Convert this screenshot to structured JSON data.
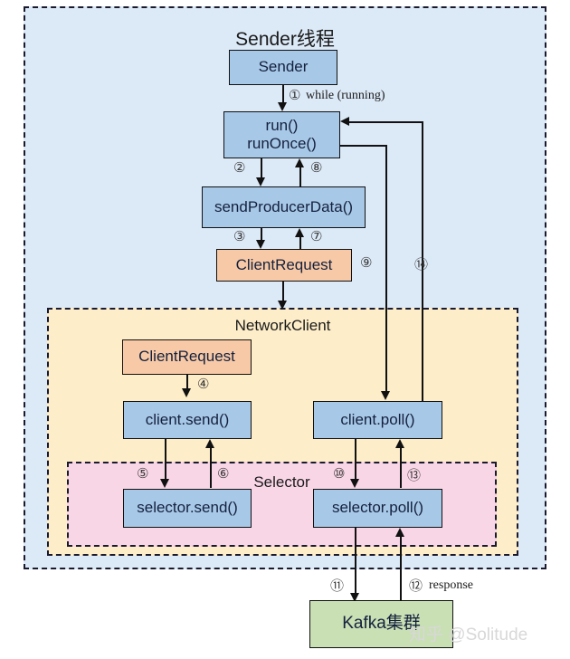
{
  "diagram": {
    "regions": {
      "sender_thread": "Sender线程",
      "network_client": "NetworkClient",
      "selector": "Selector"
    },
    "nodes": {
      "sender": "Sender",
      "run": "run()\nrunOnce()",
      "send_producer_data": "sendProducerData()",
      "client_request_outer": "ClientRequest",
      "client_request_inner": "ClientRequest",
      "client_send": "client.send()",
      "client_poll": "client.poll()",
      "selector_send": "selector.send()",
      "selector_poll": "selector.poll()",
      "kafka": "Kafka集群"
    },
    "steps": {
      "s1": "①",
      "s2": "②",
      "s3": "③",
      "s4": "④",
      "s5": "⑤",
      "s6": "⑥",
      "s7": "⑦",
      "s8": "⑧",
      "s9": "⑨",
      "s10": "⑩",
      "s11": "⑪",
      "s12": "⑫",
      "s13": "⑬",
      "s14": "⑭"
    },
    "edge_labels": {
      "while_running": "while (running)",
      "response": "response"
    },
    "watermark": "知乎 @Solitude",
    "colors": {
      "sender_region_bg": "#dce9f7",
      "network_region_bg": "#fdedc9",
      "selector_region_bg": "#f9d6e6",
      "node_blue": "#a8c8e8",
      "node_orange": "#f7c9a6",
      "node_green": "#c9dfb4",
      "stroke": "#111111"
    }
  }
}
